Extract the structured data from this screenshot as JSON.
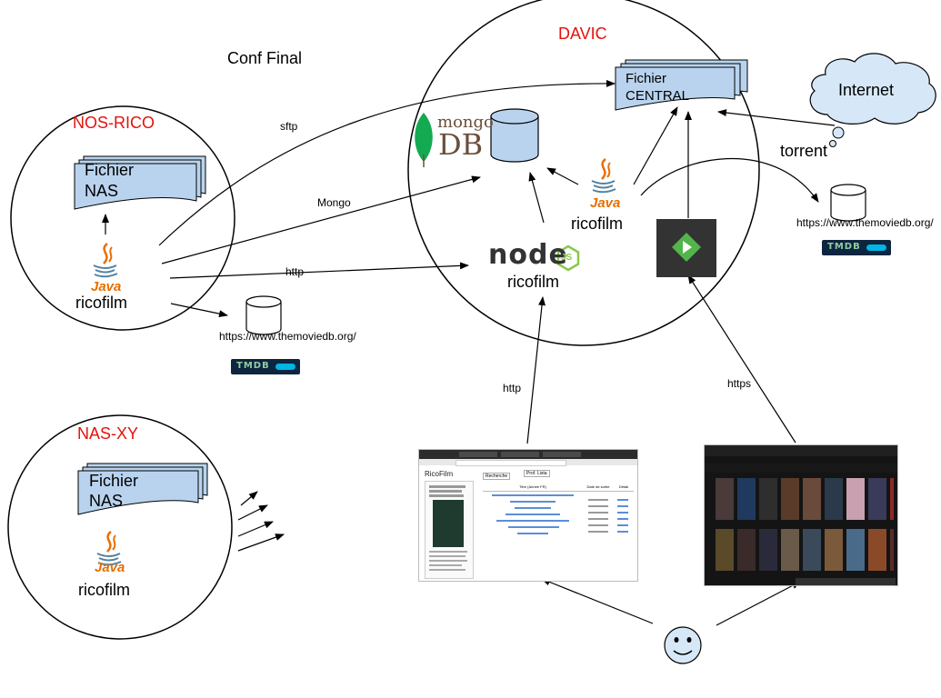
{
  "title": "Conf Final",
  "colors": {
    "red_label": "#e3120b",
    "doc_fill": "#b9d3ee",
    "cloud_fill": "#d6e8f7",
    "face_fill": "#d6e8f7",
    "tmdb_bg": "#0d253f",
    "java_red": "#e76f00",
    "java_blue": "#5382a1",
    "mongo_green": "#13aa52",
    "node_green": "#8cc84b",
    "emby_bg": "#333333",
    "emby_green": "#52b54b"
  },
  "zones": {
    "nos_rico": {
      "title": "NOS-RICO",
      "doc": {
        "line1": "Fichier",
        "line2": "NAS"
      },
      "java_word": "Java",
      "app": "ricofilm"
    },
    "nas_xy": {
      "title": "NAS-XY",
      "doc": {
        "line1": "Fichier",
        "line2": "NAS"
      },
      "java_word": "Java",
      "app": "ricofilm"
    },
    "davic": {
      "title": "DAVIC",
      "central_doc": {
        "line1": "Fichier",
        "line2": "CENTRAL"
      },
      "mongo_logo": {
        "word1": "mongo",
        "word2": "DB"
      },
      "java_word": "Java",
      "java_app": "ricofilm",
      "node_logo": {
        "word": "node",
        "badge": "JS"
      },
      "node_app": "ricofilm"
    }
  },
  "internet": "Internet",
  "torrent": "torrent",
  "tmdb": {
    "url": "https://www.themoviedb.org/",
    "badge": "TMDB"
  },
  "edges": {
    "sftp": "sftp",
    "mongo": "Mongo",
    "http_left": "http",
    "http_bottom": "http",
    "https": "https"
  },
  "screenshot_ricofilm": {
    "heading": "RicoFilm",
    "search_button": "Recherche",
    "filter_button": "Prof. Lista",
    "table_headers": [
      "Titre (Année FR)",
      "Date de sortie",
      "Détail"
    ]
  }
}
